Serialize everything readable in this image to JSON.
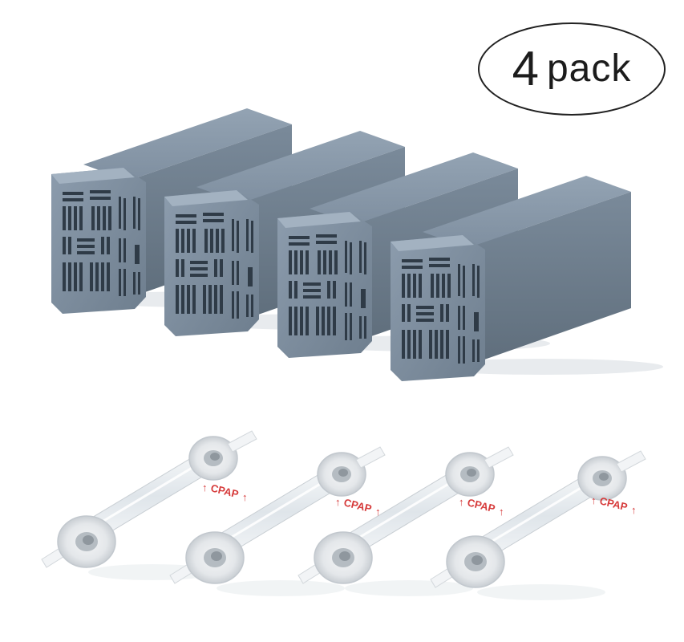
{
  "badge": {
    "count": "4",
    "word": "pack"
  },
  "cartridges": {
    "colors": {
      "top": "#8898a8",
      "side": "#6f7f8f",
      "face": "#7e8fa0",
      "vent": "#2f3b47"
    }
  },
  "filter_tubes": {
    "label": "CPAP",
    "colors": {
      "label": "#d63a3a",
      "disc": "#e9ecef",
      "hub": "#9aa2a8"
    }
  }
}
